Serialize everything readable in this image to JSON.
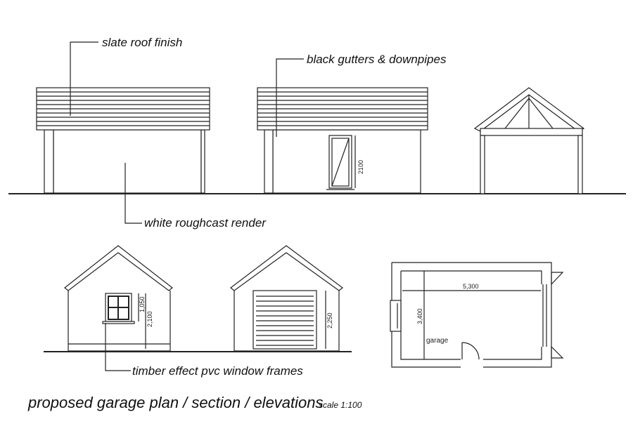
{
  "labels": {
    "roof": "slate roof finish",
    "gutters": "black gutters & downpipes",
    "render": "white roughcast render",
    "windows": "timber effect pvc window frames"
  },
  "dimensions": {
    "door_height": "2100",
    "window_height": "1,050",
    "window_head": "2,100",
    "garage_door_height": "2,250",
    "plan_length": "5,300",
    "plan_width": "3,400"
  },
  "plan": {
    "room_label": "garage"
  },
  "title": "proposed garage plan / section / elevations",
  "scale": "scale 1:100"
}
